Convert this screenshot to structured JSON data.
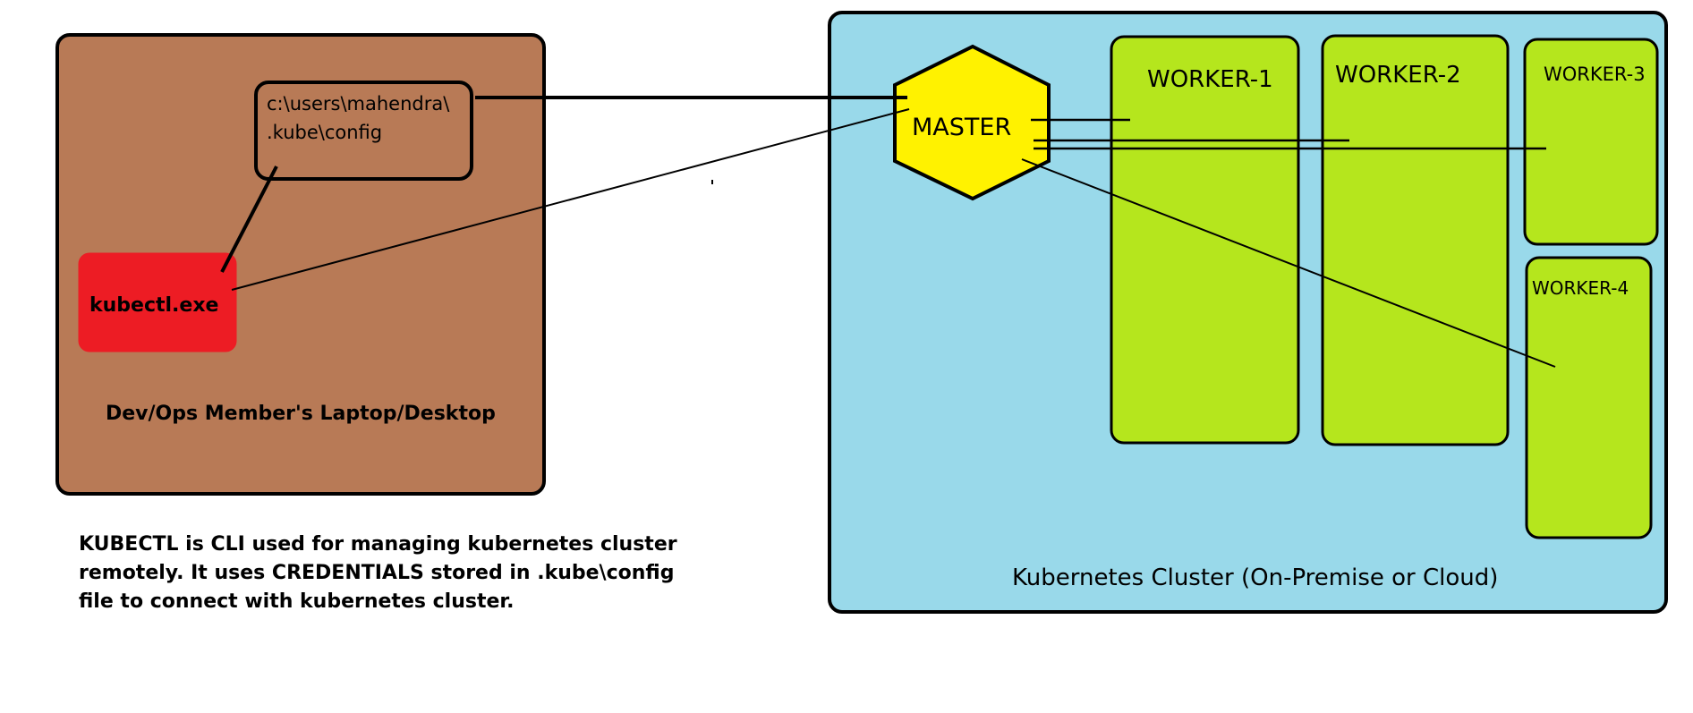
{
  "laptop": {
    "label": "Dev/Ops Member's Laptop/Desktop",
    "color": "#b87a56"
  },
  "config_box": {
    "line1": "c:\\users\\mahendra\\",
    "line2": ".kube\\config"
  },
  "kubectl": {
    "label": "kubectl.exe",
    "color": "#ed1c24"
  },
  "cluster": {
    "label": "Kubernetes Cluster (On-Premise or Cloud)",
    "color": "#99d9ea"
  },
  "master": {
    "label": "MASTER",
    "color": "#fff200"
  },
  "workers": {
    "color": "#b5e61d",
    "w1": "WORKER-1",
    "w2": "WORKER-2",
    "w3": "WORKER-3",
    "w4": "WORKER-4"
  },
  "note": {
    "line1": "KUBECTL is CLI used for managing kubernetes cluster",
    "line2": "remotely. It uses CREDENTIALS stored in .kube\\config",
    "line3": "file to connect with kubernetes cluster."
  }
}
